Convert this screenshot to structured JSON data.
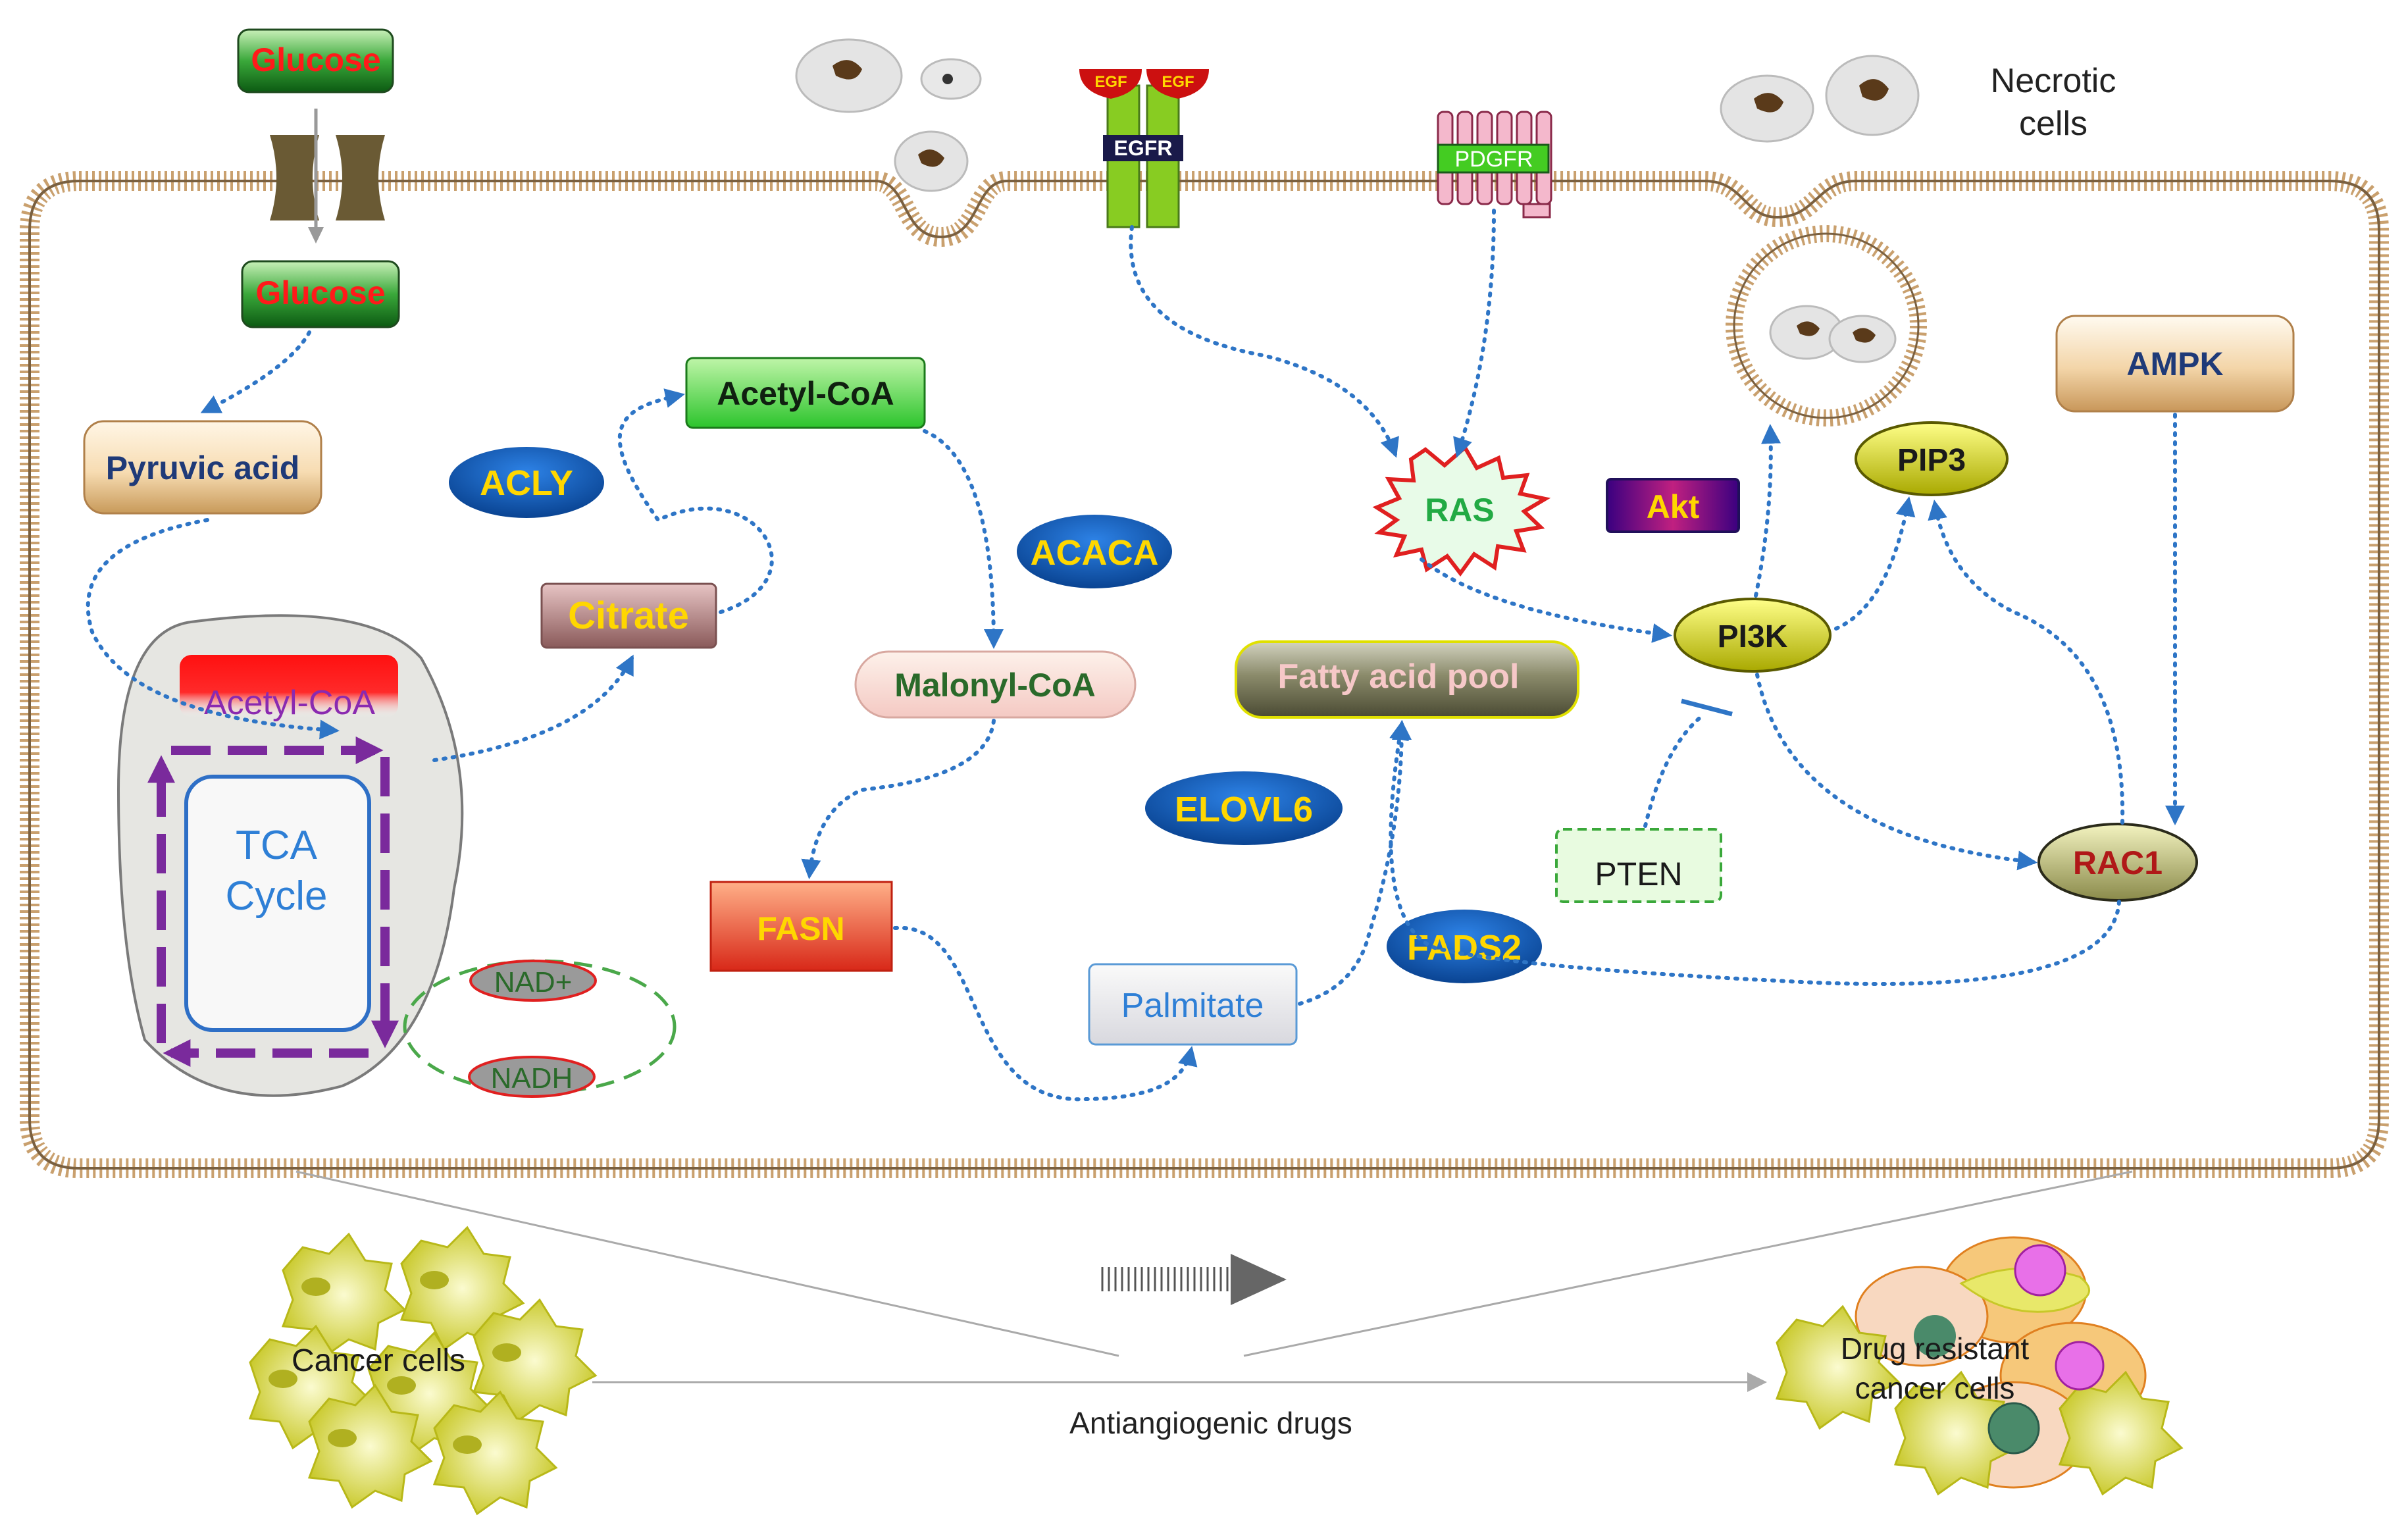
{
  "diagram": {
    "metabolites": {
      "glucose_outside": "Glucose",
      "glucose_inside": "Glucose",
      "pyruvic_acid": "Pyruvic acid",
      "acetyl_coa_mito": "Acetyl-CoA",
      "citrate": "Citrate",
      "acetyl_coa": "Acetyl-CoA",
      "malonyl_coa": "Malonyl-CoA",
      "palmitate": "Palmitate",
      "fatty_acid_pool": "Fatty acid pool",
      "tca_line1": "TCA",
      "tca_line2": "Cycle",
      "nad_plus": "NAD+",
      "nadh": "NADH"
    },
    "enzymes": {
      "acly": "ACLY",
      "acaca": "ACACA",
      "fasn": "FASN",
      "elovl6": "ELOVL6",
      "fads2": "FADS2"
    },
    "signaling": {
      "egf_left": "EGF",
      "egf_right": "EGF",
      "egfr": "EGFR",
      "pdgfr": "PDGFR",
      "ras": "RAS",
      "akt": "Akt",
      "pi3k": "PI3K",
      "pip3": "PIP3",
      "pten": "PTEN",
      "rac1": "RAC1",
      "ampk": "AMPK"
    },
    "labels": {
      "necrotic_line1": "Necrotic",
      "necrotic_line2": "cells",
      "cancer_cells": "Cancer cells",
      "drug_resistant_line1": "Drug resistant",
      "drug_resistant_line2": "cancer cells",
      "antiangiogenic_drugs": "Antiangiogenic drugs"
    },
    "colors": {
      "arrow": "#2e75c6",
      "enzyme_fill": "#0a57b0",
      "enzyme_text": "#ffd700",
      "tca_arrows": "#7a2a9c"
    }
  }
}
